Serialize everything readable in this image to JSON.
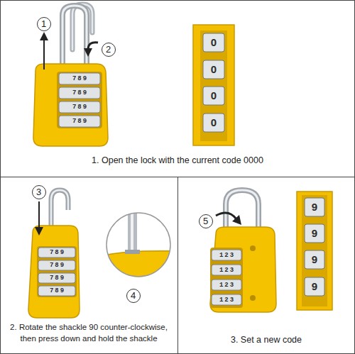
{
  "diagram": {
    "nodes": [
      {
        "text": [
          "1. Open the lock with the current code 0000"
        ]
      },
      {
        "text": [
          "1"
        ],
        "in": 0
      },
      {
        "text": [
          "2"
        ],
        "in": 0
      },
      {
        "text": [
          "2. Rotate the shackle 90 counter-clockwise, then press down and hold the shackle"
        ]
      },
      {
        "text": [
          "3"
        ],
        "in": 3
      },
      {
        "text": [
          "4"
        ],
        "in": 3
      },
      {
        "text": [
          "3. Set a new code"
        ]
      },
      {
        "text": [
          "5"
        ],
        "in": 6
      }
    ],
    "labels": [
      "789",
      "789",
      "789",
      "789",
      "0",
      "0",
      "0",
      "0",
      "789",
      "789",
      "789",
      "789",
      "123",
      "123",
      "123",
      "123",
      "9",
      "9",
      "9",
      "9"
    ]
  }
}
